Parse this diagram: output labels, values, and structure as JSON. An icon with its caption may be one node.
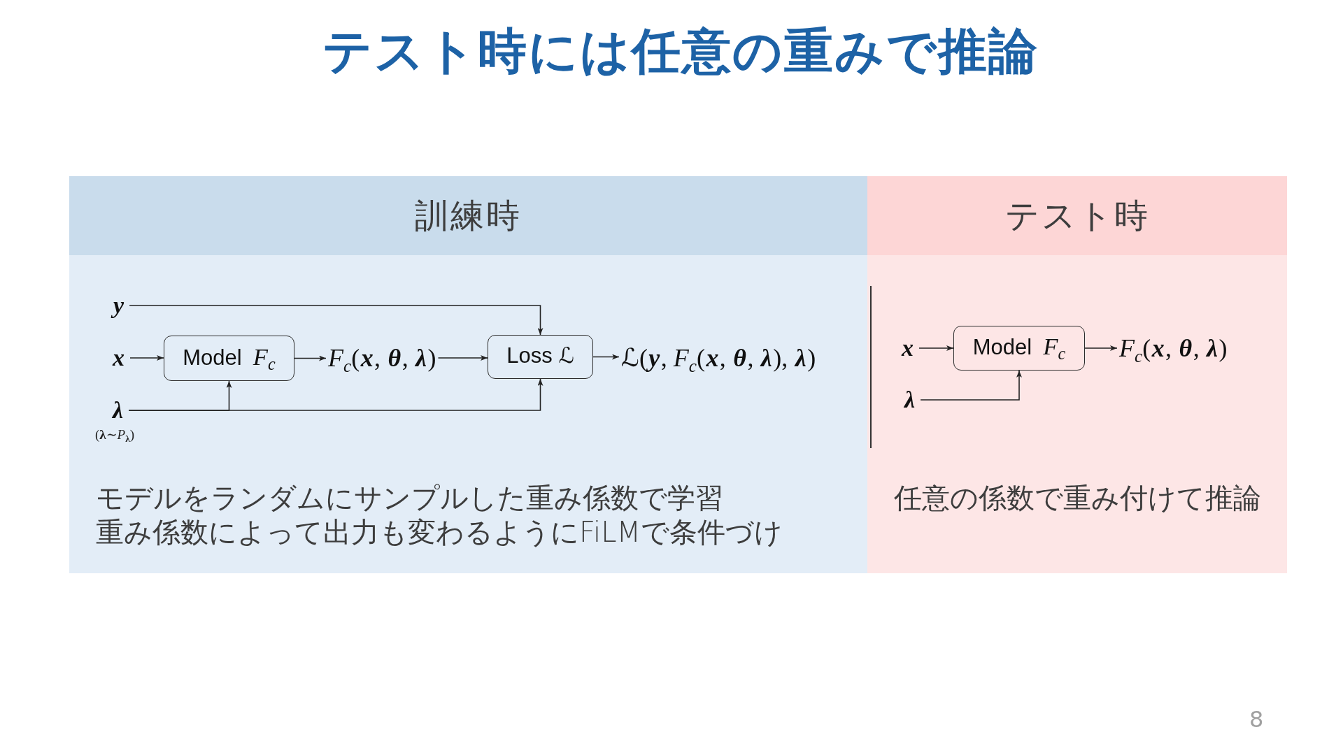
{
  "diagram": {
    "title": "テスト時には任意の重みで推論",
    "nodes": [
      {
        "text": [
          "訓練時",
          "モデルをランダムにサンプルした重み係数で学習",
          "重み係数によって出力も変わるようにFiLMで条件づけ"
        ]
      },
      {
        "text": [
          "y"
        ],
        "in": 0
      },
      {
        "text": [
          "x"
        ],
        "in": 0
      },
      {
        "text": [
          "λ"
        ],
        "in": 0,
        "beside": [
          "(**λ**∼*P*$_{λ}$)"
        ]
      },
      {
        "text": [
          "Model *F*$_{c}$"
        ],
        "in": 0
      },
      {
        "text": [
          "*F*$_{c}$(**x**, **θ**, **λ**)"
        ],
        "in": 0
      },
      {
        "text": [
          "Loss ℒ"
        ],
        "in": 0
      },
      {
        "text": [
          "ℒ(**y**, *F*$_{c}$(**x**, **θ**, **λ**), **λ**)"
        ],
        "in": 0
      },
      {
        "text": [
          "テスト時",
          "任意の係数で重み付けて推論"
        ]
      },
      {
        "text": [
          "x"
        ],
        "in": 8
      },
      {
        "text": [
          "Model *F*$_{c}$"
        ],
        "in": 8
      },
      {
        "text": [
          "*F*$_{c}$(**x**, **θ**, **λ**)"
        ],
        "in": 8
      },
      {
        "text": [
          "λ"
        ],
        "in": 8
      }
    ],
    "edges": [
      {
        "from": 1,
        "to": 6,
        "arrow": "to"
      },
      {
        "from": 2,
        "to": 4,
        "arrow": "to"
      },
      {
        "from": 3,
        "to": 4,
        "arrow": "to"
      },
      {
        "from": 3,
        "to": 6,
        "arrow": "to"
      },
      {
        "from": 4,
        "to": 5,
        "arrow": "to"
      },
      {
        "from": 5,
        "to": 6,
        "arrow": "to"
      },
      {
        "from": 6,
        "to": 7,
        "arrow": "to"
      },
      {
        "from": 9,
        "to": 10,
        "arrow": "to"
      },
      {
        "from": 12,
        "to": 10,
        "arrow": "to"
      },
      {
        "from": 10,
        "to": 11,
        "arrow": "to"
      }
    ],
    "labels": [
      "8"
    ]
  }
}
